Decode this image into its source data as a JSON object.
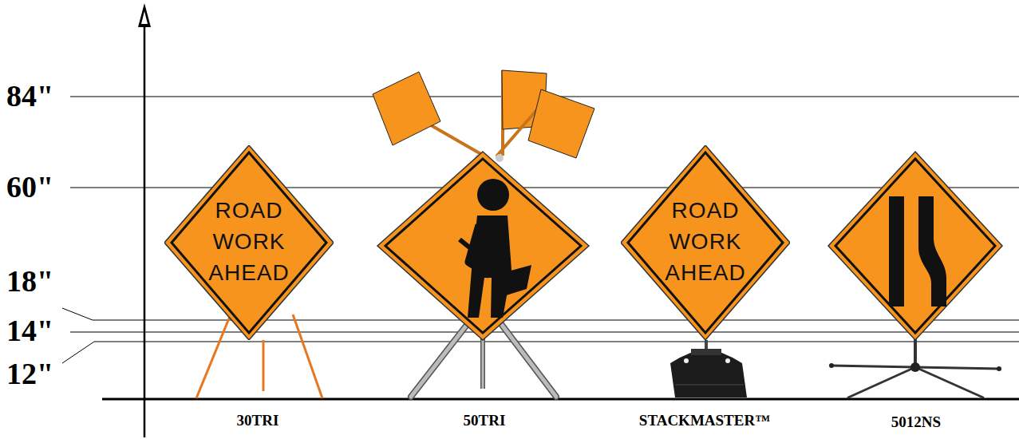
{
  "diagram": {
    "nodes": [
      {
        "text": [
          "ROAD WORK AHEAD"
        ]
      },
      {
        "text": [
          "ROAD WORK AHEAD"
        ]
      }
    ],
    "labels": [
      "84\"",
      "60\"",
      "18\"",
      "14\"",
      "12\"",
      "30TRI",
      "50TRI",
      "STACKMASTER™",
      "5012NS"
    ]
  }
}
